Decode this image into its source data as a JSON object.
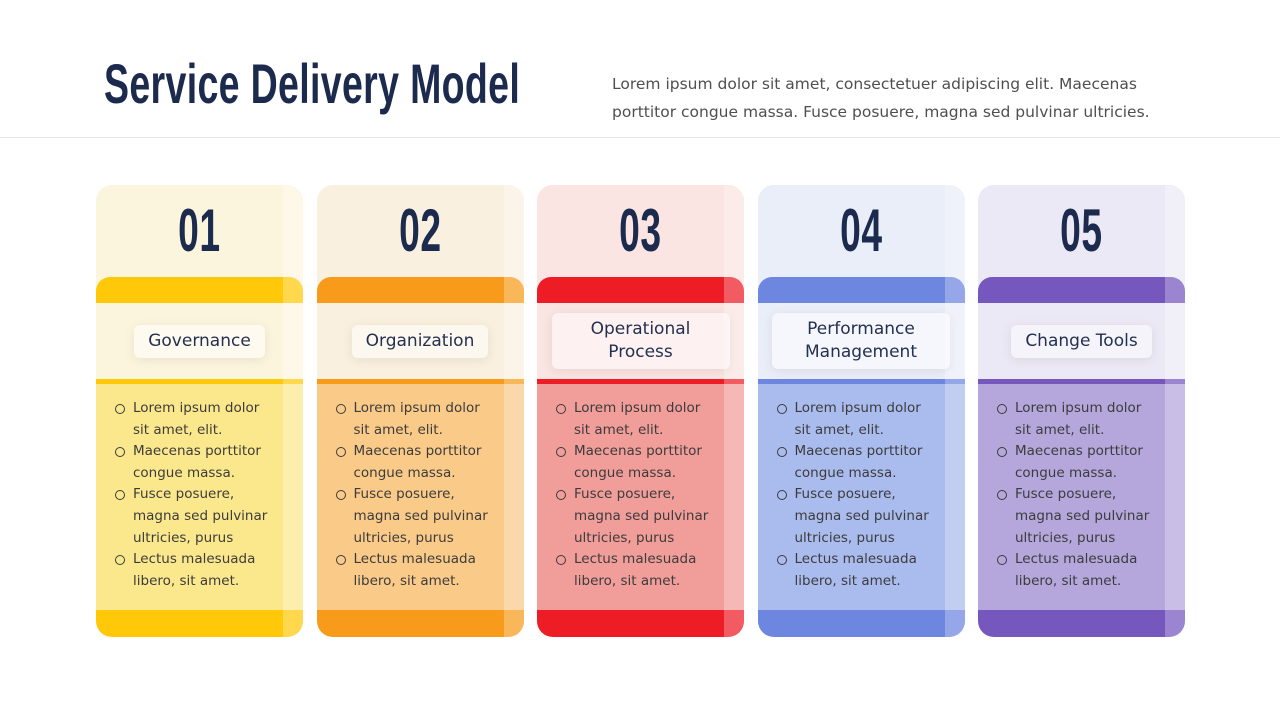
{
  "header": {
    "title": "Service Delivery Model",
    "description_lines": [
      "Lorem ipsum dolor sit amet, consectetuer adipiscing elit. Maecenas",
      "porttitor congue massa. Fusce posuere, magna sed pulvinar ultricies."
    ]
  },
  "theme": {
    "page_background": "#FFFFFF",
    "header_divider": "#E4E7E8",
    "title_color": "#1B2A4D",
    "description_color": "#4F4F4F",
    "card_title_color": "#24304F",
    "bullet_text_color": "#3C3C3C"
  },
  "cards": [
    {
      "number": "01",
      "title": "Governance",
      "colors": {
        "accent": "#FFC90A",
        "top": "#FCF5DE",
        "body": "#FBE88C"
      },
      "bullets": [
        "Lorem ipsum dolor sit amet, elit.",
        "Maecenas porttitor congue massa.",
        "Fusce posuere, magna sed pulvinar ultricies, purus",
        "Lectus malesuada libero, sit amet."
      ]
    },
    {
      "number": "02",
      "title": "Organization",
      "colors": {
        "accent": "#F89B1B",
        "top": "#FAF0DF",
        "body": "#FACA88"
      },
      "bullets": [
        "Lorem ipsum dolor sit amet, elit.",
        "Maecenas porttitor congue massa.",
        "Fusce posuere, magna sed pulvinar ultricies, purus",
        "Lectus malesuada libero, sit amet."
      ]
    },
    {
      "number": "03",
      "title": "Operational Process",
      "colors": {
        "accent": "#EE1C24",
        "top": "#FAE5E2",
        "body": "#F19D99"
      },
      "bullets": [
        "Lorem ipsum dolor sit amet, elit.",
        "Maecenas porttitor congue massa.",
        "Fusce posuere, magna sed pulvinar ultricies, purus",
        "Lectus malesuada libero, sit amet."
      ]
    },
    {
      "number": "04",
      "title": "Performance Management",
      "colors": {
        "accent": "#6D86E0",
        "top": "#EAEEF9",
        "body": "#AABBEE"
      },
      "bullets": [
        "Lorem ipsum dolor sit amet, elit.",
        "Maecenas porttitor congue massa.",
        "Fusce posuere, magna sed pulvinar ultricies, purus",
        "Lectus malesuada libero, sit amet."
      ]
    },
    {
      "number": "05",
      "title": "Change Tools",
      "colors": {
        "accent": "#7557BE",
        "top": "#ECE9F6",
        "body": "#B5A6DC"
      },
      "bullets": [
        "Lorem ipsum dolor sit amet, elit.",
        "Maecenas porttitor congue massa.",
        "Fusce posuere, magna sed pulvinar ultricies, purus",
        "Lectus malesuada libero, sit amet."
      ]
    }
  ]
}
